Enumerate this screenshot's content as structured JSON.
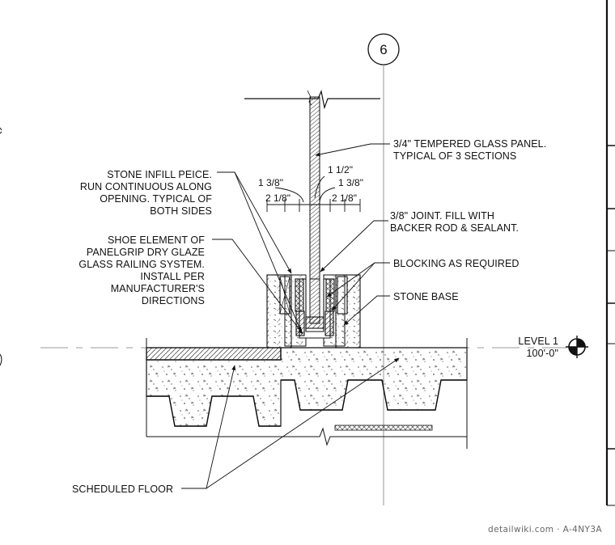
{
  "gridline": {
    "label": "6"
  },
  "level": {
    "name": "LEVEL 1",
    "elevation": "100'-0\""
  },
  "notes": {
    "glass_panel": [
      "3/4\" TEMPERED GLASS PANEL.",
      "TYPICAL OF 3 SECTIONS"
    ],
    "stone_infill": [
      "STONE INFILL PEICE.",
      "RUN CONTINUOUS ALONG",
      "OPENING. TYPICAL OF",
      "BOTH SIDES"
    ],
    "joint": [
      "3/8\" JOINT. FILL WITH",
      "BACKER ROD & SEALANT."
    ],
    "shoe_element": [
      "SHOE ELEMENT OF",
      "PANELGRIP DRY GLAZE",
      "GLASS RAILING SYSTEM.",
      "INSTALL PER",
      "MANUFACTURER'S",
      "DIRECTIONS"
    ],
    "blocking": "BLOCKING AS REQUIRED",
    "stone_base": "STONE BASE",
    "scheduled_floor": "SCHEDULED FLOOR"
  },
  "dimensions": {
    "glass_width": "1 1/2\"",
    "left_inner": "1 3/8\"",
    "right_inner": "1 3/8\"",
    "left_outer": "2 1/8\"",
    "right_outer": "2 1/8\""
  },
  "credit": "detailwiki.com · A-4NY3A",
  "colors": {
    "line": "#111111",
    "hatch": "#555555",
    "background": "#ffffff"
  }
}
